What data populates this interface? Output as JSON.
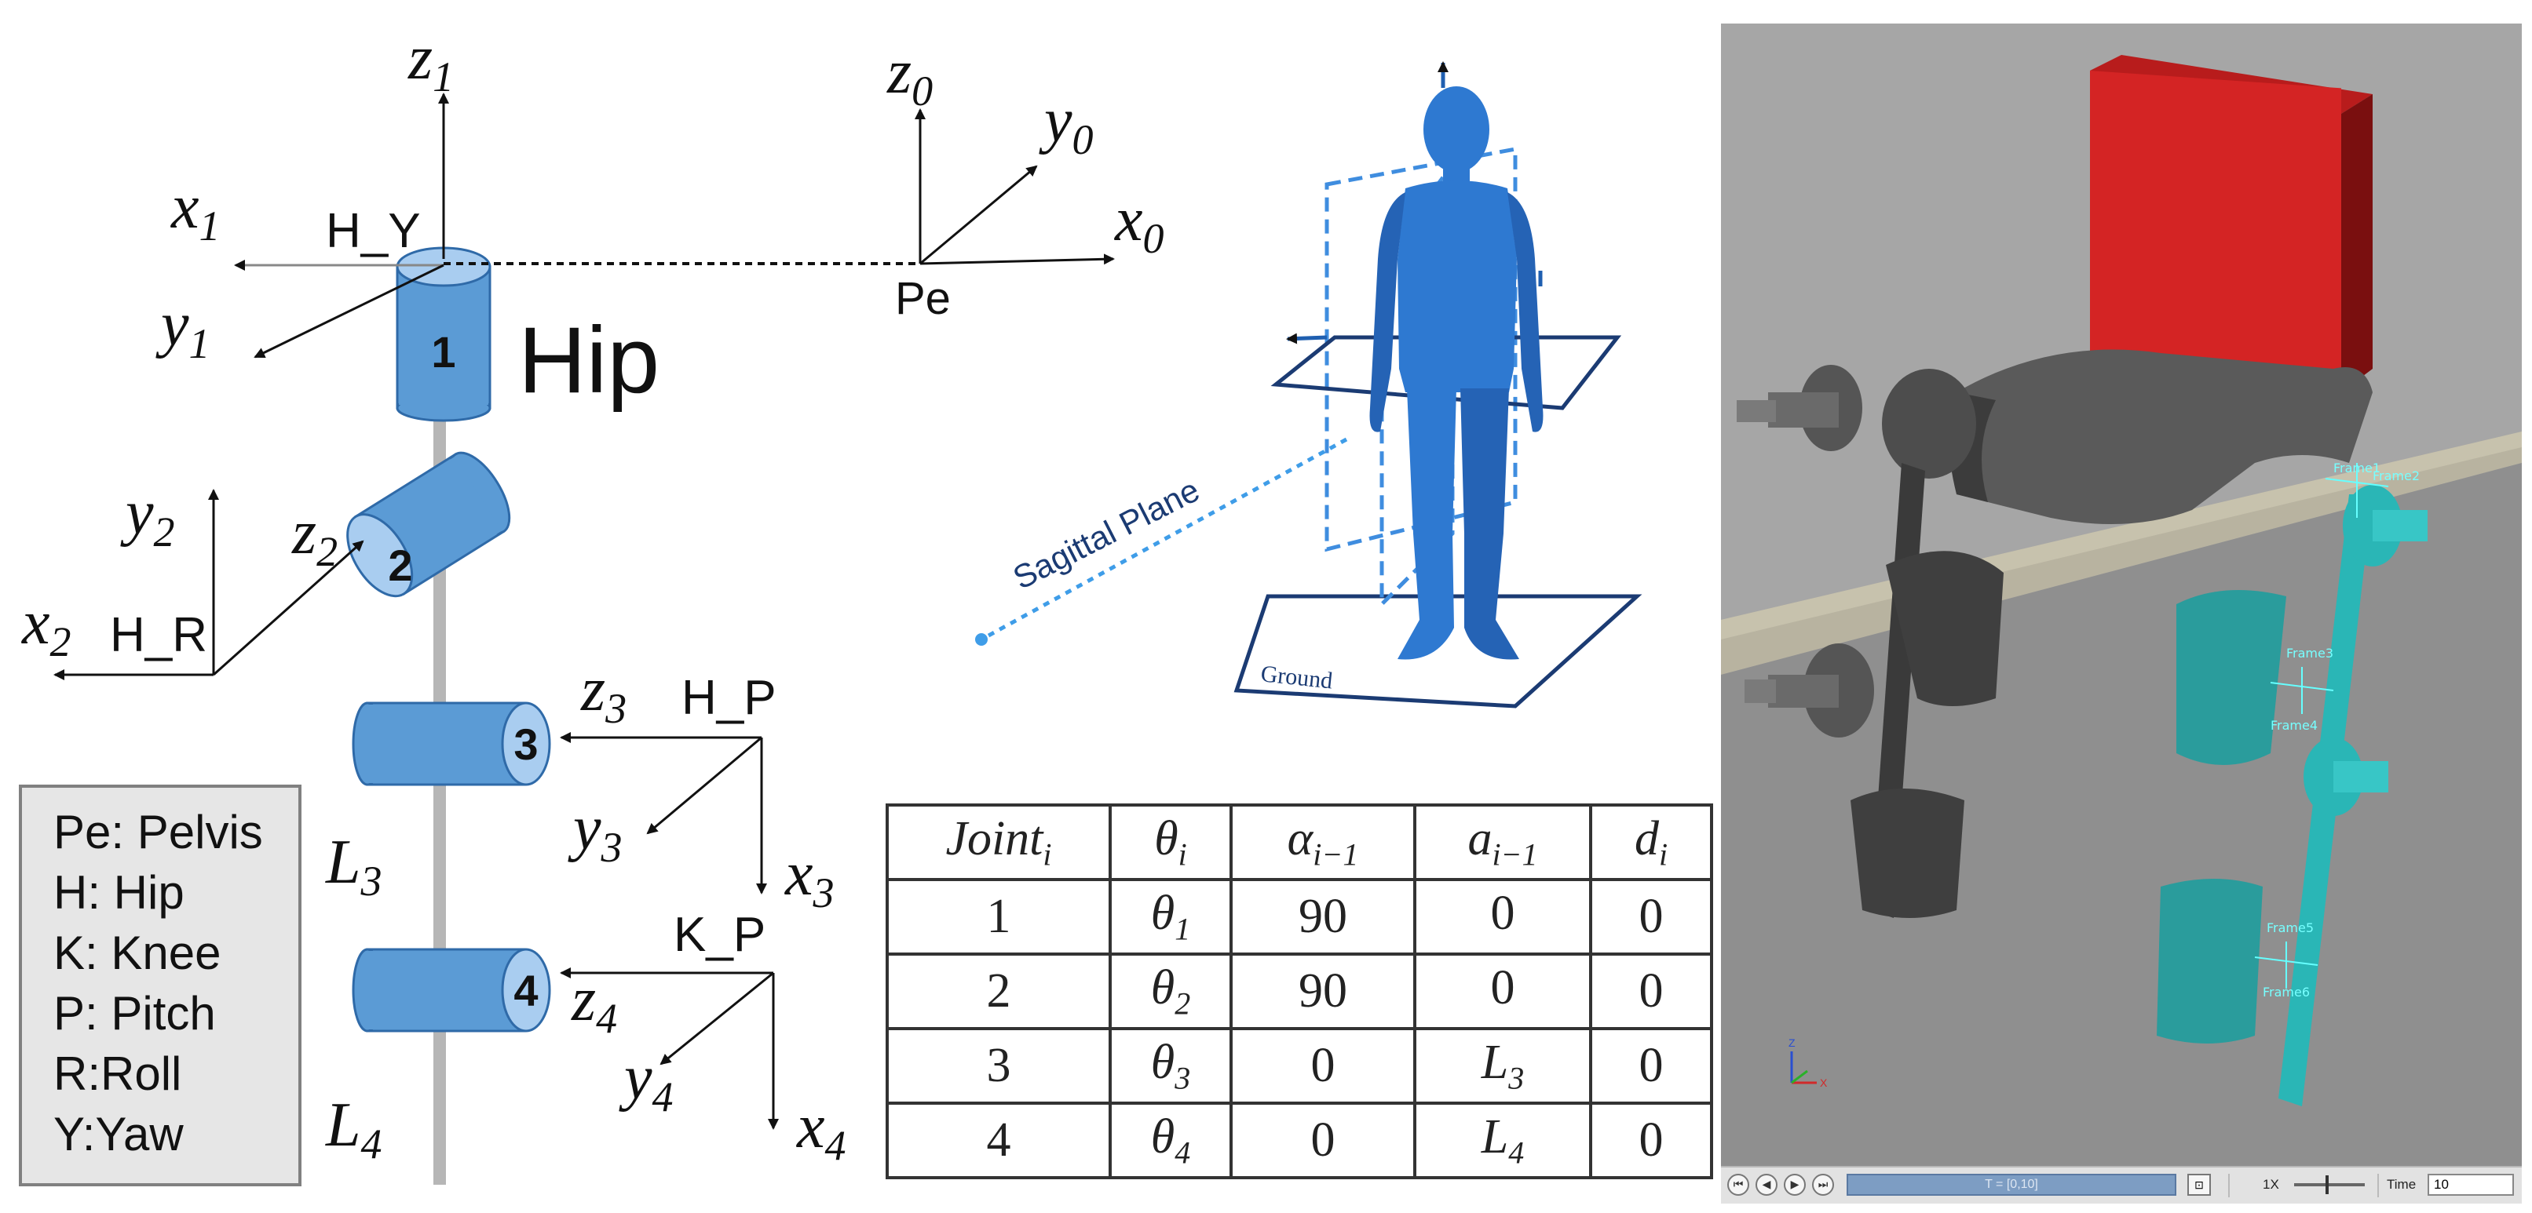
{
  "figure": {
    "joint_axes": {
      "z1": "z",
      "z1_sub": "1",
      "x1": "x",
      "x1_sub": "1",
      "y1": "y",
      "y1_sub": "1",
      "hy": "H_Y",
      "z0": "z",
      "z0_sub": "0",
      "y0": "y",
      "y0_sub": "0",
      "x0": "x",
      "x0_sub": "0",
      "pe": "Pe",
      "y2": "y",
      "y2_sub": "2",
      "z2": "z",
      "z2_sub": "2",
      "x2": "x",
      "x2_sub": "2",
      "hr": "H_R",
      "z3": "z",
      "z3_sub": "3",
      "hp": "H_P",
      "y3": "y",
      "y3_sub": "3",
      "x3": "x",
      "x3_sub": "3",
      "kp": "K_P",
      "z4": "z",
      "z4_sub": "4",
      "y4": "y",
      "y4_sub": "4",
      "x4": "x",
      "x4_sub": "4",
      "l3": "L",
      "l3_sub": "3",
      "l4": "L",
      "l4_sub": "4"
    },
    "joints": [
      "1",
      "2",
      "3",
      "4"
    ],
    "hip_label": "Hip",
    "plane_label": "Sagittal Plane",
    "ground_label": "Ground",
    "legend": [
      "Pe: Pelvis",
      "H: Hip",
      "K: Knee",
      "P: Pitch",
      "R:Roll",
      "Y:Yaw"
    ],
    "dh_table": {
      "headers": [
        "Joint",
        "θ",
        "α",
        "a",
        "d"
      ],
      "header_subs": [
        "i",
        "i",
        "i−1",
        "i−1",
        "i"
      ],
      "rows": [
        {
          "joint": "1",
          "theta": "θ",
          "theta_sub": "1",
          "alpha": "90",
          "a": "0",
          "a_sub": "",
          "d": "0"
        },
        {
          "joint": "2",
          "theta": "θ",
          "theta_sub": "2",
          "alpha": "90",
          "a": "0",
          "a_sub": "",
          "d": "0"
        },
        {
          "joint": "3",
          "theta": "θ",
          "theta_sub": "3",
          "alpha": "0",
          "a": "L",
          "a_sub": "3",
          "d": "0"
        },
        {
          "joint": "4",
          "theta": "θ",
          "theta_sub": "4",
          "alpha": "0",
          "a": "L",
          "a_sub": "4",
          "d": "0"
        }
      ]
    },
    "colors": {
      "joint_blue": "#5b9bd5",
      "figure_blue": "#2e79d1",
      "red_block": "#d42424",
      "cyan_model": "#2ab6b6",
      "gray_model": "#4a4a4a"
    }
  },
  "sim": {
    "frame_labels": [
      "Frame1",
      "Frame2",
      "Frame3",
      "Frame4",
      "Frame5",
      "Frame6"
    ],
    "axis_mini": {
      "z": "Z",
      "x": "X"
    },
    "playback": {
      "buttons": [
        "⏮",
        "◀",
        "▶",
        "⏭"
      ],
      "time_bar": "T = [0,10]",
      "speed": "1X",
      "time_label": "Time",
      "time_value": "10"
    }
  }
}
